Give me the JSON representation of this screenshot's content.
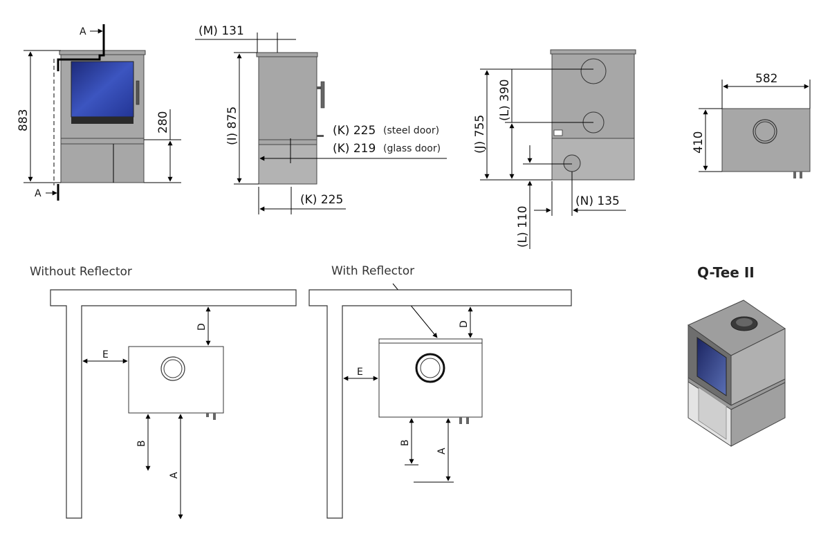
{
  "product_title": "Q-Tee II",
  "front_view": {
    "section_marker": "A",
    "height_label": "883",
    "base_height_label": "280"
  },
  "side_view": {
    "m_label": "(M) 131",
    "i_label": "(I) 875",
    "k_steel_main": "(K) 225",
    "k_steel_note": "(steel door)",
    "k_glass_main": "(K) 219",
    "k_glass_note": "(glass door)",
    "k_bottom_label": "(K) 225"
  },
  "rear_view": {
    "j_label": "(J) 755",
    "l_top_label": "(L) 390",
    "l_bottom_label": "(L) 110",
    "n_label": "(N) 135"
  },
  "top_view": {
    "width_label": "582",
    "depth_label": "410"
  },
  "placement_without": {
    "heading": "Without Reflector",
    "letters": {
      "a": "A",
      "b": "B",
      "d": "D",
      "e": "E"
    }
  },
  "placement_with": {
    "heading": "With Reflector",
    "letters": {
      "a": "A",
      "b": "B",
      "d": "D",
      "e": "E"
    }
  },
  "colors": {
    "stove_body": "#a7a7a7",
    "glass_blue": "#2b3f9e",
    "outline": "#444444"
  }
}
